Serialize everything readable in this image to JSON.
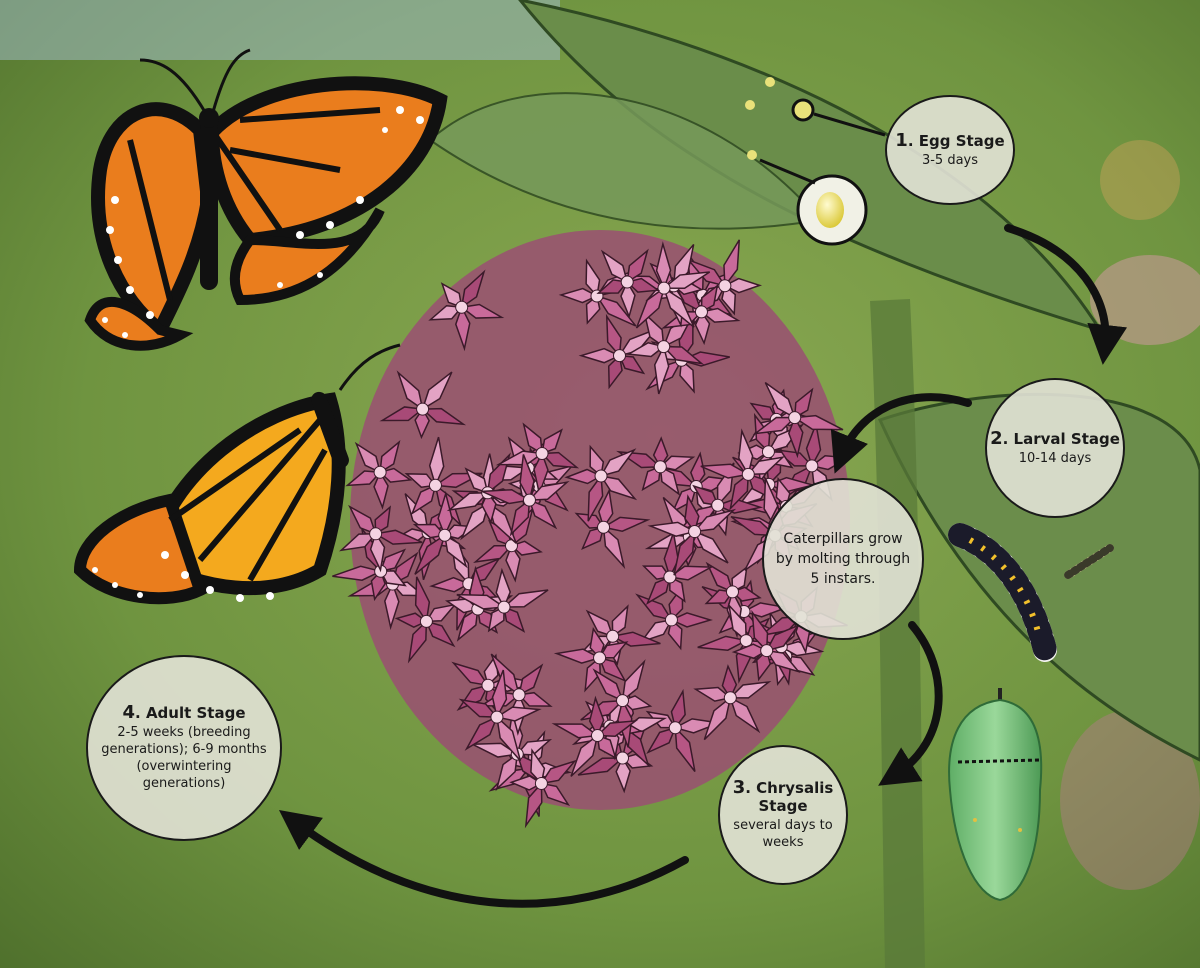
{
  "stages": {
    "egg": {
      "number": "1",
      "title": "Egg Stage",
      "duration": "3-5 days"
    },
    "larval": {
      "number": "2",
      "title": "Larval Stage",
      "duration": "10-14 days"
    },
    "chrysalis": {
      "number": "3",
      "title": "Chrysalis Stage",
      "duration": "several days to weeks"
    },
    "adult": {
      "number": "4",
      "title": "Adult Stage",
      "duration": "2-5 weeks (breeding generations); 6-9 months (overwintering generations)"
    }
  },
  "caterpillar_note": "Caterpillars grow by molting through 5 instars.",
  "colors": {
    "background_green": "#6f9440",
    "leaf": "#6a8d4a",
    "flower_pink": "#c86a9a",
    "monarch_orange": "#ea7d1d",
    "monarch_yellow": "#f4a91e",
    "wing_black": "#111111",
    "chrysalis_green": "#7ec281",
    "bubble": "#e2e2d6",
    "arrow": "#111111"
  },
  "icons": {
    "butterfly_top": "monarch-butterfly-icon",
    "butterfly_side": "monarch-butterfly-side-icon",
    "flower": "milkweed-flower-icon",
    "egg": "egg-icon",
    "caterpillar": "caterpillar-icon",
    "chrysalis": "chrysalis-icon"
  }
}
